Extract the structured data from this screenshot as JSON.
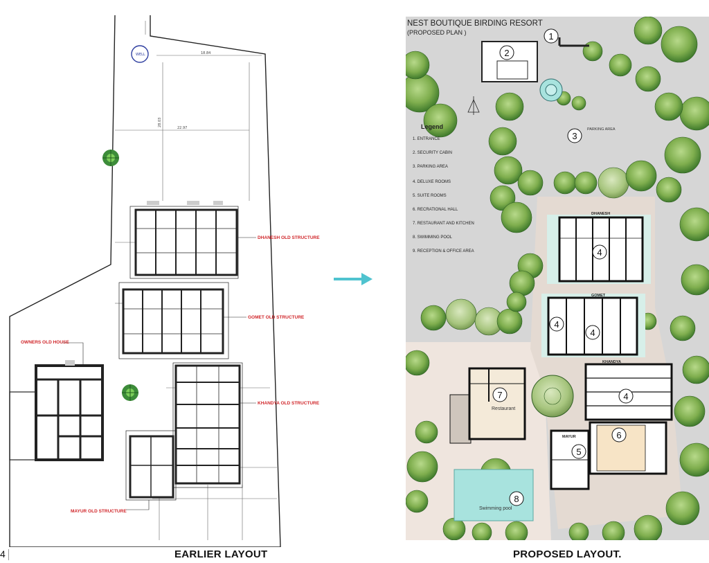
{
  "captions": {
    "page_number": "4",
    "earlier": "EARLIER LAYOUT",
    "proposed": "PROPOSED LAYOUT."
  },
  "earlier_plan": {
    "labels": {
      "dhanesh": "DHANESH OLD STRUCTURE",
      "gomet": "GOMET OLD STRUCTURE",
      "khandya": "KHANDYA OLD STRUCTURE",
      "owners": "OWNERS OLD HOUSE",
      "mayur": "MAYUR OLD STRUCTURE"
    },
    "well_label": "WELL"
  },
  "proposed_plan": {
    "title_line1": "NEST BOUTIQUE BIRDING RESORT",
    "title_line2": "(PROPOSED  PLAN )",
    "legend_title": "Legend",
    "legend_items": [
      "1.  ENTRANCE",
      "2.  SECURITY CABIN",
      "3.  PARKING AREA",
      "4.  DELUXE ROOMS",
      "5.  SUITE ROOMS",
      "6.  RECRATIONAL HALL",
      "7.  RESTAURANT AND KITCHEN",
      "8.  SWIMMING POOL",
      "9.  RECEPTION & OFFICE AREA"
    ],
    "markers": [
      "1",
      "2",
      "3",
      "4",
      "4",
      "4",
      "4",
      "5",
      "6",
      "7",
      "8"
    ],
    "block_labels": {
      "dhanesh": "DHANESH",
      "gomet": "GOMET",
      "khandya": "KHANDYA",
      "mayur": "MAYUR"
    },
    "area_labels": {
      "parking": "PARKING AREA",
      "restaurant": "Restaurant",
      "pool": "Swimming pool"
    }
  },
  "colors": {
    "accent_arrow": "#4fc3cf",
    "red_label": "#d0262a",
    "tree_green": "#7fae4e",
    "tree_dark": "#3f7a2c",
    "pool": "#a8e3de",
    "hall": "#f7e4c6",
    "ground": "#e4dad2"
  }
}
